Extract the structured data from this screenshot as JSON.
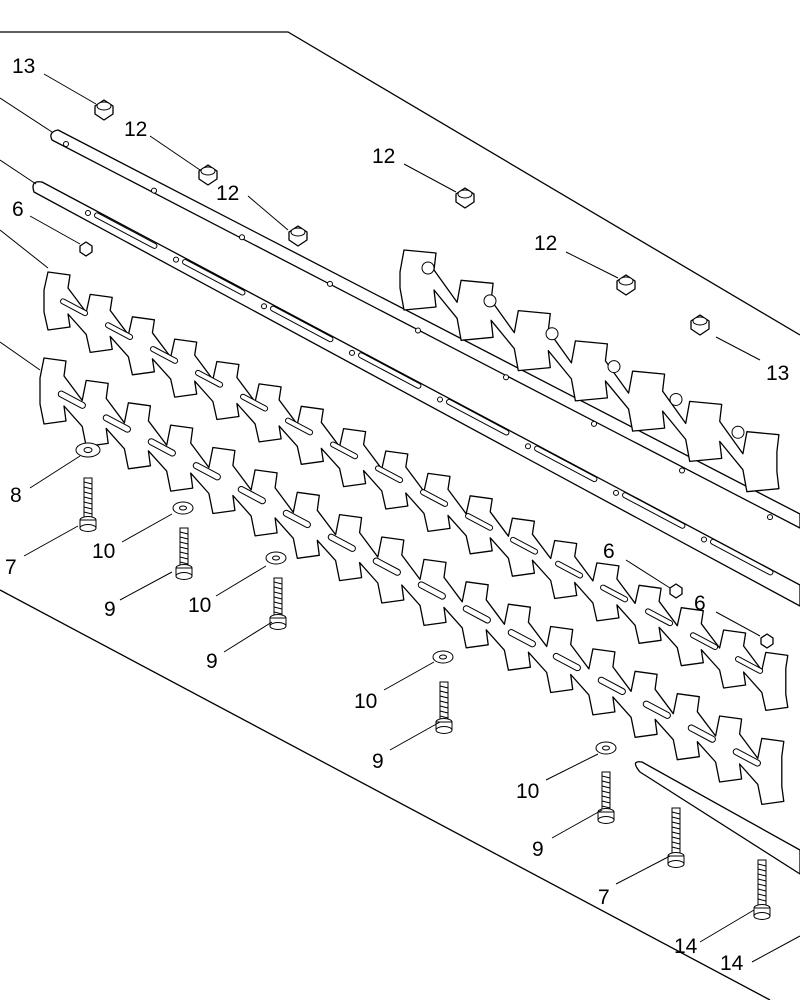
{
  "callouts": [
    {
      "id": "c13a",
      "text": "13"
    },
    {
      "id": "c12a",
      "text": "12"
    },
    {
      "id": "c12b",
      "text": "12"
    },
    {
      "id": "c12c",
      "text": "12"
    },
    {
      "id": "c12d",
      "text": "12"
    },
    {
      "id": "c13b",
      "text": "13"
    },
    {
      "id": "c6a",
      "text": "6"
    },
    {
      "id": "c6b",
      "text": "6"
    },
    {
      "id": "c6c",
      "text": "6"
    },
    {
      "id": "c8",
      "text": "8"
    },
    {
      "id": "c7a",
      "text": "7"
    },
    {
      "id": "c10a",
      "text": "10"
    },
    {
      "id": "c9a",
      "text": "9"
    },
    {
      "id": "c10b",
      "text": "10"
    },
    {
      "id": "c9b",
      "text": "9"
    },
    {
      "id": "c10c",
      "text": "10"
    },
    {
      "id": "c9c",
      "text": "9"
    },
    {
      "id": "c10d",
      "text": "10"
    },
    {
      "id": "c9d",
      "text": "9"
    },
    {
      "id": "c7b",
      "text": "7"
    },
    {
      "id": "c14a",
      "text": "14"
    },
    {
      "id": "c14b",
      "text": "14"
    }
  ],
  "colors": {
    "line": "#000000",
    "background": "#ffffff",
    "shade": "#555555"
  }
}
